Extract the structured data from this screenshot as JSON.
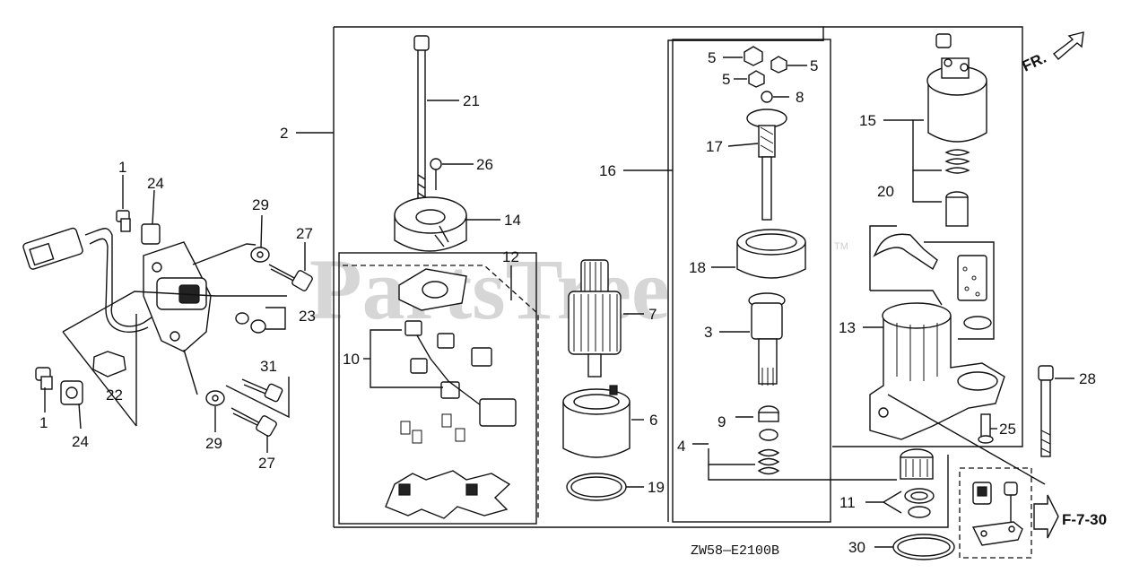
{
  "watermark": {
    "text": "PartsTree",
    "tm": "TM"
  },
  "diagram_code": "ZW58—E2100B",
  "front_label": "FR.",
  "reference_label": "F-7-30",
  "callouts": {
    "c1a": "1",
    "c1b": "1",
    "c2": "2",
    "c3": "3",
    "c4": "4",
    "c5a": "5",
    "c5b": "5",
    "c5c": "5",
    "c6": "6",
    "c7": "7",
    "c8": "8",
    "c9": "9",
    "c10": "10",
    "c11": "11",
    "c12": "12",
    "c13": "13",
    "c14": "14",
    "c15": "15",
    "c16": "16",
    "c17": "17",
    "c18": "18",
    "c19": "19",
    "c20": "20",
    "c21": "21",
    "c22": "22",
    "c23": "23",
    "c24a": "24",
    "c24b": "24",
    "c25": "25",
    "c26": "26",
    "c27a": "27",
    "c27b": "27",
    "c28": "28",
    "c29a": "29",
    "c29b": "29",
    "c30": "30",
    "c31": "31"
  }
}
